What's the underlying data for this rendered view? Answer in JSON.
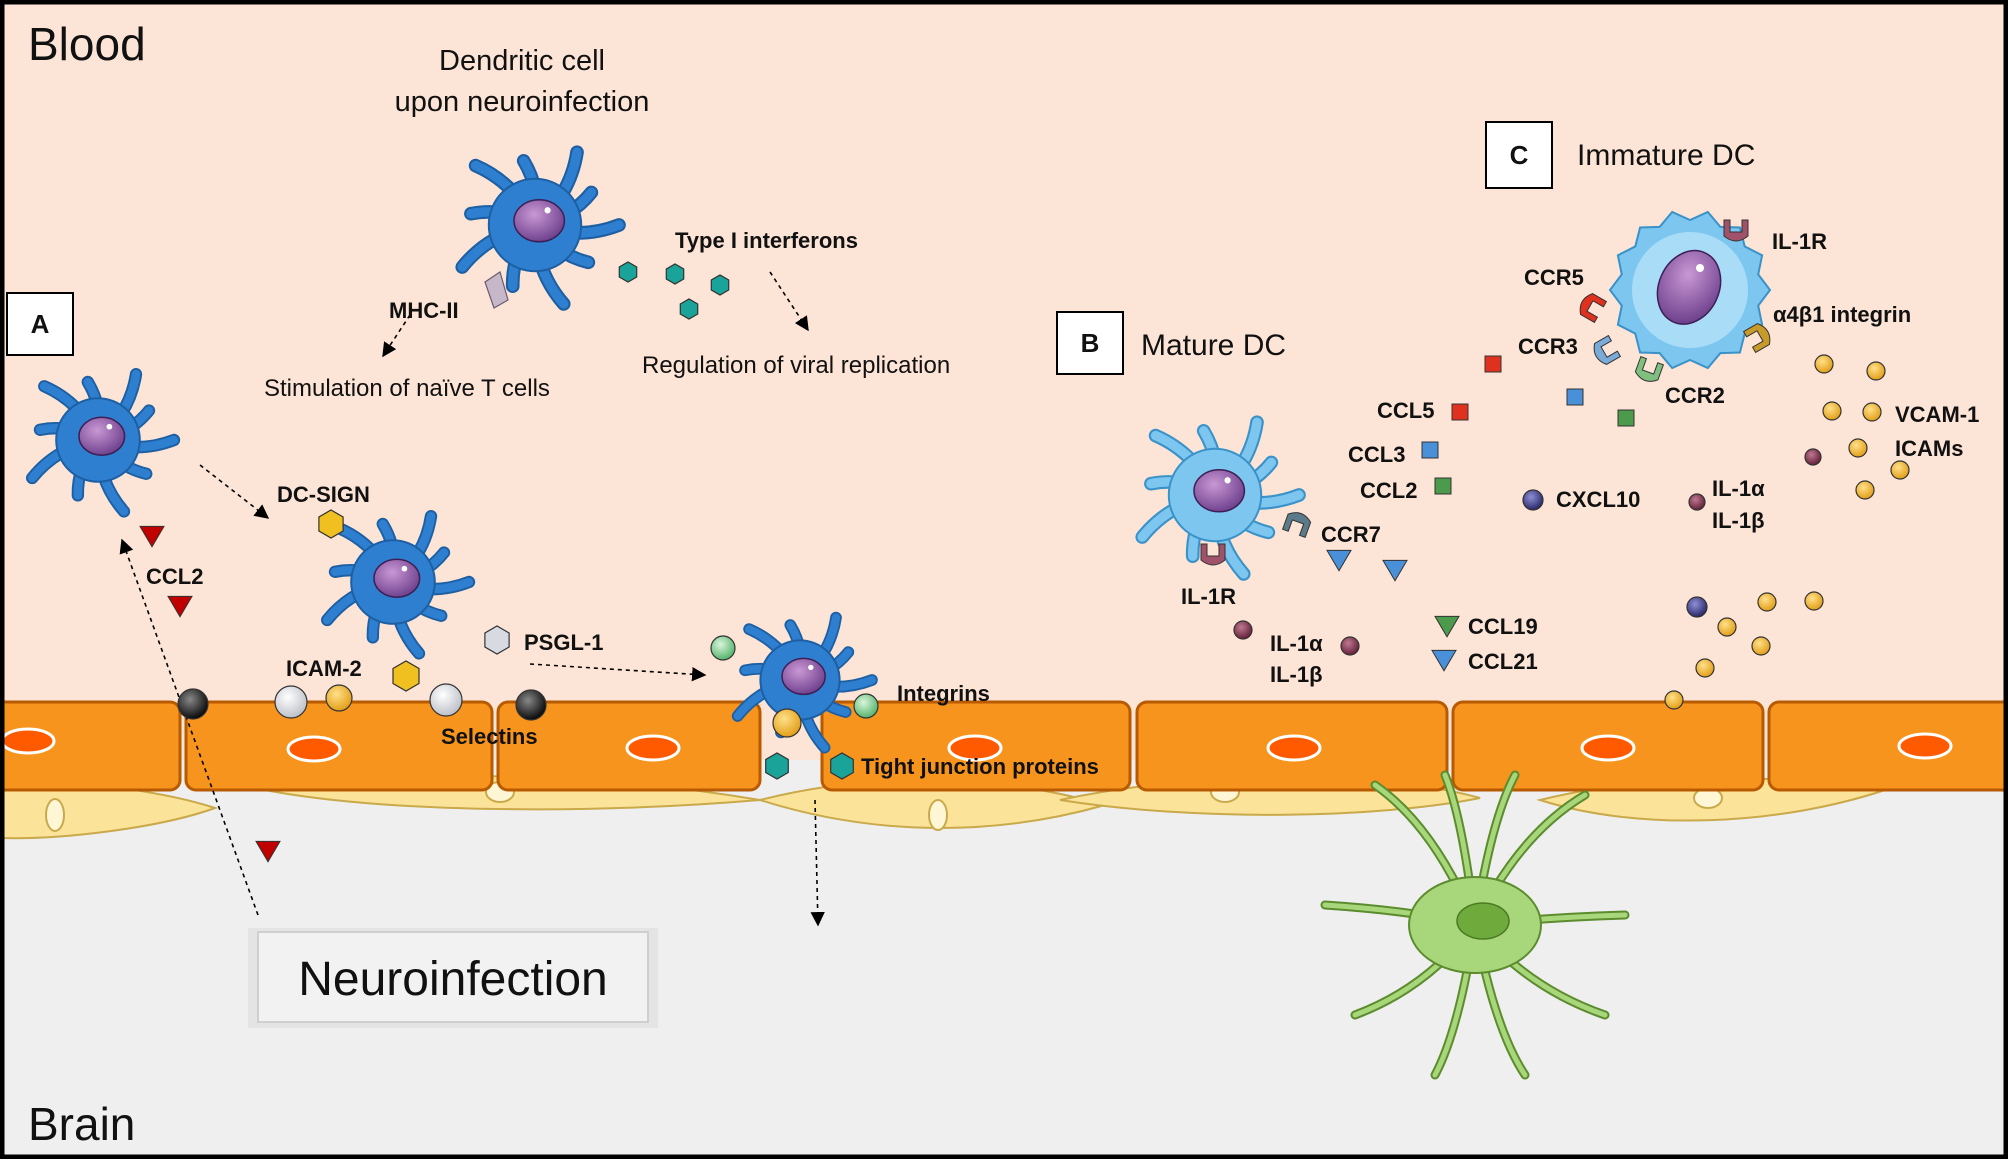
{
  "regions": {
    "blood": "Blood",
    "brain": "Brain"
  },
  "header": {
    "line1": "Dendritic cell",
    "line2": "upon neuroinfection"
  },
  "top_labels": {
    "type1_ifn": "Type I interferons",
    "mhc2": "MHC-II",
    "stimulation": "Stimulation of naïve T cells",
    "regulation": "Regulation of viral replication"
  },
  "panel_a": {
    "letter": "A",
    "dc_sign": "DC-SIGN",
    "ccl2": "CCL2",
    "psgl1": "PSGL-1",
    "icam2": "ICAM-2",
    "selectins": "Selectins",
    "integrins": "Integrins",
    "tight_junction": "Tight junction proteins",
    "neuroinfection": "Neuroinfection"
  },
  "panel_b": {
    "letter": "B",
    "title": "Mature DC",
    "ccl5": "CCL5",
    "ccl3": "CCL3",
    "ccl2": "CCL2",
    "ccr7": "CCR7",
    "il1r": "IL-1R",
    "il1a": "IL-1α",
    "il1b": "IL-1β",
    "ccl19": "CCL19",
    "ccl21": "CCL21"
  },
  "panel_c": {
    "letter": "C",
    "title": "Immature DC",
    "il1r": "IL-1R",
    "ccr5": "CCR5",
    "ccr3": "CCR3",
    "ccr2": "CCR2",
    "a4b1": "α4β1 integrin",
    "vcam1": "VCAM-1",
    "icams": "ICAMs",
    "cxcl10": "CXCL10",
    "il1a": "IL-1α",
    "il1b": "IL-1β"
  },
  "colors": {
    "blood_bg": "#fce4d6",
    "brain_bg": "#efefef",
    "endothelium": "#f7941d",
    "nucleus": "#ff5a00",
    "pericyte": "#fbe39a",
    "dc_blue": "#2e7fd0",
    "dc_light": "#7cc6ef",
    "microglia": "#9ccc65",
    "ccl2_red": "#c00000",
    "ifn_teal": "#1aa398",
    "gold": "#f4b227"
  }
}
